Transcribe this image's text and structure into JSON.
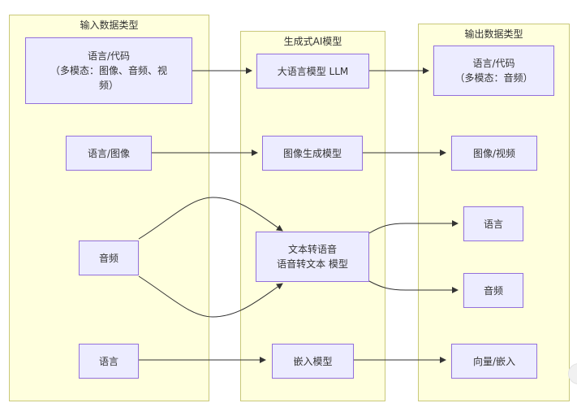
{
  "lanes": {
    "input": {
      "title": "输入数据类型"
    },
    "model": {
      "title": "生成式AI模型"
    },
    "output": {
      "title": "输出数据类型"
    }
  },
  "nodes": {
    "in_lang_code": {
      "line1": "语言/代码",
      "line2": "（多模态：图像、音频、视",
      "line3": "频）"
    },
    "in_lang_image": "语言/图像",
    "in_audio": "音频",
    "in_lang": "语言",
    "m_llm": "大语言模型 LLM",
    "m_image_gen": "图像生成模型",
    "m_tts_stt": {
      "line1": "文本转语音",
      "line2": "语音转文本 模型"
    },
    "m_embedding": "嵌入模型",
    "out_lang_code": {
      "line1": "语言/代码",
      "line2": "（多模态：音频）"
    },
    "out_image_video": "图像/视频",
    "out_lang": "语言",
    "out_audio": "音频",
    "out_vector": "向量/嵌入"
  },
  "colors": {
    "lane_fill": "#ffffde",
    "lane_border": "#c9c87a",
    "node_fill": "#ececff",
    "node_border": "#9370db",
    "edge": "#333333"
  }
}
